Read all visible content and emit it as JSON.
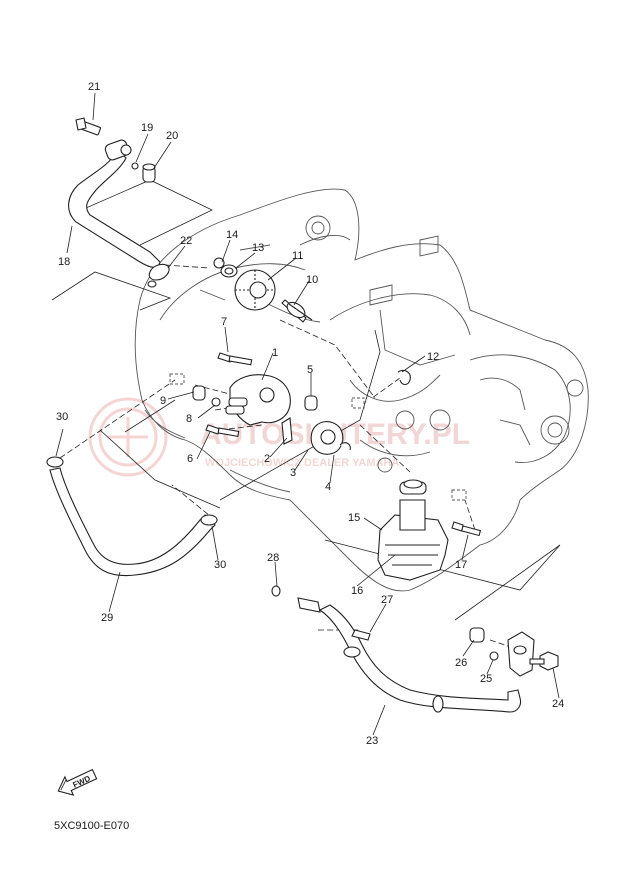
{
  "callouts": [
    {
      "id": "c21",
      "num": "21"
    },
    {
      "id": "c19",
      "num": "19"
    },
    {
      "id": "c20",
      "num": "20"
    },
    {
      "id": "c18",
      "num": "18"
    },
    {
      "id": "c22",
      "num": "22"
    },
    {
      "id": "c14",
      "num": "14"
    },
    {
      "id": "c13",
      "num": "13"
    },
    {
      "id": "c11",
      "num": "11"
    },
    {
      "id": "c10",
      "num": "10"
    },
    {
      "id": "c7",
      "num": "7"
    },
    {
      "id": "c1",
      "num": "1"
    },
    {
      "id": "c5",
      "num": "5"
    },
    {
      "id": "c12",
      "num": "12"
    },
    {
      "id": "c9",
      "num": "9"
    },
    {
      "id": "c8",
      "num": "8"
    },
    {
      "id": "c6",
      "num": "6"
    },
    {
      "id": "c2",
      "num": "2"
    },
    {
      "id": "c3",
      "num": "3"
    },
    {
      "id": "c4",
      "num": "4"
    },
    {
      "id": "c30a",
      "num": "30"
    },
    {
      "id": "c30b",
      "num": "30"
    },
    {
      "id": "c29",
      "num": "29"
    },
    {
      "id": "c15",
      "num": "15"
    },
    {
      "id": "c17",
      "num": "17"
    },
    {
      "id": "c16",
      "num": "16"
    },
    {
      "id": "c28",
      "num": "28"
    },
    {
      "id": "c27",
      "num": "27"
    },
    {
      "id": "c26",
      "num": "26"
    },
    {
      "id": "c25",
      "num": "25"
    },
    {
      "id": "c24",
      "num": "24"
    },
    {
      "id": "c23",
      "num": "23"
    }
  ],
  "direction_badge": "FWD",
  "diagram_code": "5XC9100-E070",
  "watermark": {
    "text": "WOJCIECHOWICZ DEALER YAMAHA",
    "color": "#e8a0a0"
  }
}
